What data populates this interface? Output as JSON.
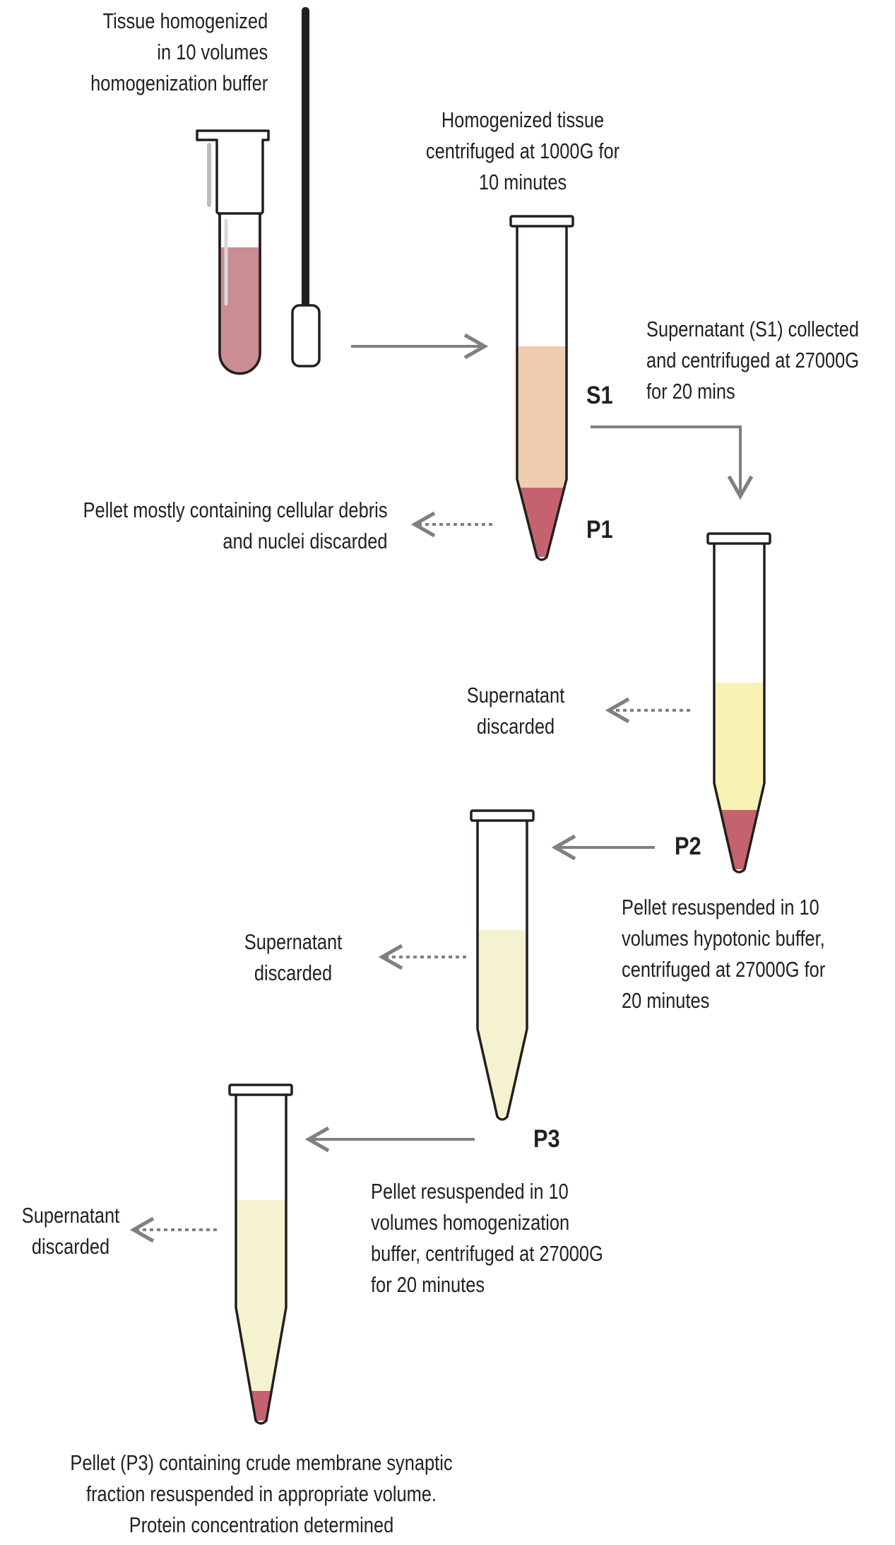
{
  "steps": {
    "homogenize": [
      "Tissue homogenized",
      "in 10 volumes",
      "homogenization buffer"
    ],
    "centrifuge1": [
      "Homogenized tissue",
      "centrifuged at 1000G for",
      "10 minutes"
    ],
    "s1_collect": [
      "Supernatant (S1) collected",
      "and centrifuged at 27000G",
      "for 20 mins"
    ],
    "p1_discard": [
      "Pellet mostly containing cellular debris",
      "and nuclei discarded"
    ],
    "sup_discard_1": [
      "Supernatant",
      "discarded"
    ],
    "p2_resuspend": [
      "Pellet resuspended in 10",
      "volumes hypotonic buffer,",
      "centrifuged at 27000G for",
      "20 minutes"
    ],
    "sup_discard_2": [
      "Supernatant",
      "discarded"
    ],
    "p3_resuspend": [
      "Pellet resuspended in 10",
      "volumes homogenization",
      "buffer, centrifuged at 27000G",
      "for 20 minutes"
    ],
    "sup_discard_3": [
      "Supernatant",
      "discarded"
    ],
    "final": [
      "Pellet (P3) containing crude membrane synaptic",
      "fraction resuspended in appropriate volume.",
      "Protein concentration determined"
    ]
  },
  "tags": {
    "s1": "S1",
    "p1": "P1",
    "p2": "P2",
    "p3": "P3"
  },
  "colors": {
    "outline": "#231f20",
    "homogenate": "#c98d92",
    "pellet": "#c4636f",
    "supernatant_s1": "#f0cdb0",
    "supernatant_yellow": "#f8f3b5",
    "supernatant_pale": "#f5f2cf",
    "arrow": "#808080"
  }
}
